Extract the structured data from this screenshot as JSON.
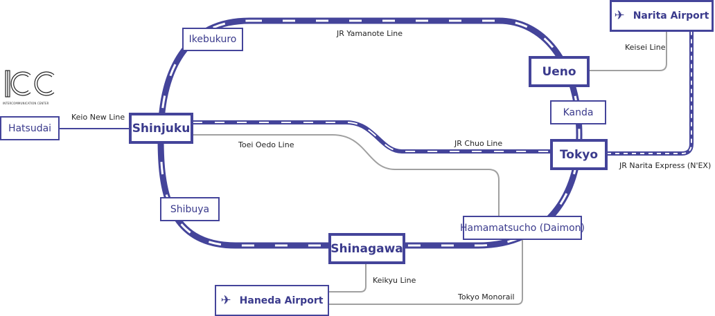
{
  "logo": {
    "mark": "ICC",
    "subtitle": "INTERCOMMUNICATION CENTER"
  },
  "colors": {
    "line": "#44449a",
    "text": "#3a3a8c",
    "grey_line": "#a0a0a0"
  },
  "stations": {
    "ikebukuro": "Ikebukuro",
    "hatsudai": "Hatsudai",
    "shinjuku": "Shinjuku",
    "shibuya": "Shibuya",
    "shinagawa": "Shinagawa",
    "haneda_airport": "Haneda Airport",
    "hamamatsucho": "Hamamatsucho (Daimon)",
    "tokyo": "Tokyo",
    "kanda": "Kanda",
    "ueno": "Ueno",
    "narita_airport": "Narita Airport"
  },
  "lines": {
    "yamanote": "JR Yamanote Line",
    "keio_new": "Keio New Line",
    "toei_oedo": "Toei Oedo Line",
    "chuo": "JR Chuo Line",
    "narita_express": "JR Narita Express (N'EX)",
    "keisei": "Keisei Line",
    "keikyu": "Keikyu Line",
    "tokyo_monorail": "Tokyo Monorail"
  },
  "icons": {
    "airplane": "airplane-icon"
  }
}
